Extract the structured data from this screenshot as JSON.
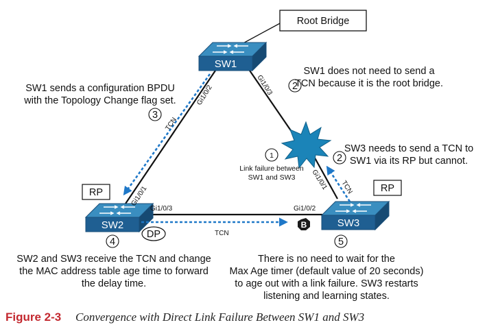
{
  "diagram": {
    "root_bridge_label": "Root Bridge",
    "switches": [
      {
        "id": "sw1",
        "label": "SW1"
      },
      {
        "id": "sw2",
        "label": "SW2"
      },
      {
        "id": "sw3",
        "label": "SW3"
      }
    ],
    "ports": {
      "sw1_left": "Gi1/0/2",
      "sw1_right": "Gi1/0/3",
      "sw2_up": "Gi1/0/1",
      "sw2_right": "Gi1/0/3",
      "sw3_left": "Gi1/0/2",
      "sw3_up": "Gi1/0/1"
    },
    "role_labels": {
      "rp_sw2": "RP",
      "rp_sw3": "RP",
      "dp_sw2": "DP",
      "blocked": "B"
    },
    "tcn_labels": {
      "sw1_to_sw2": "TCN",
      "sw3_up": "TCN",
      "sw2_to_sw3": "TCN"
    },
    "steps": {
      "s1_num": "1",
      "s1_line1": "Link failure between",
      "s1_line2": "SW1 and SW3",
      "s2a_num": "2",
      "s2a_line1": "SW1 does not need to send a",
      "s2a_line2": "TCN because it is the root bridge.",
      "s2b_num": "2",
      "s2b_line1": "SW3 needs to send a TCN to",
      "s2b_line2": "SW1 via its RP but cannot.",
      "s3_num": "3",
      "s3_line1": "SW1 sends a configuration BPDU",
      "s3_line2": "with the Topology Change flag set.",
      "s4_num": "4",
      "s4_line1": "SW2 and SW3 receive the TCN and change",
      "s4_line2": "the MAC address table age time to forward",
      "s4_line3": "the delay time.",
      "s5_num": "5",
      "s5_line1": "There is no need to wait for the",
      "s5_line2": "Max Age timer (default value of 20 seconds)",
      "s5_line3": "to age out with a link failure. SW3 restarts",
      "s5_line4": "listening and learning states."
    },
    "colors": {
      "switch_top": "#3a8ec0",
      "switch_front": "#1f5f92",
      "tcn_arrow": "#1f78c8",
      "burst": "#1b84b8",
      "caption_number": "#c3282f"
    }
  },
  "caption": {
    "number": "Figure 2-3",
    "text": "Convergence with Direct Link Failure Between SW1 and SW3"
  }
}
